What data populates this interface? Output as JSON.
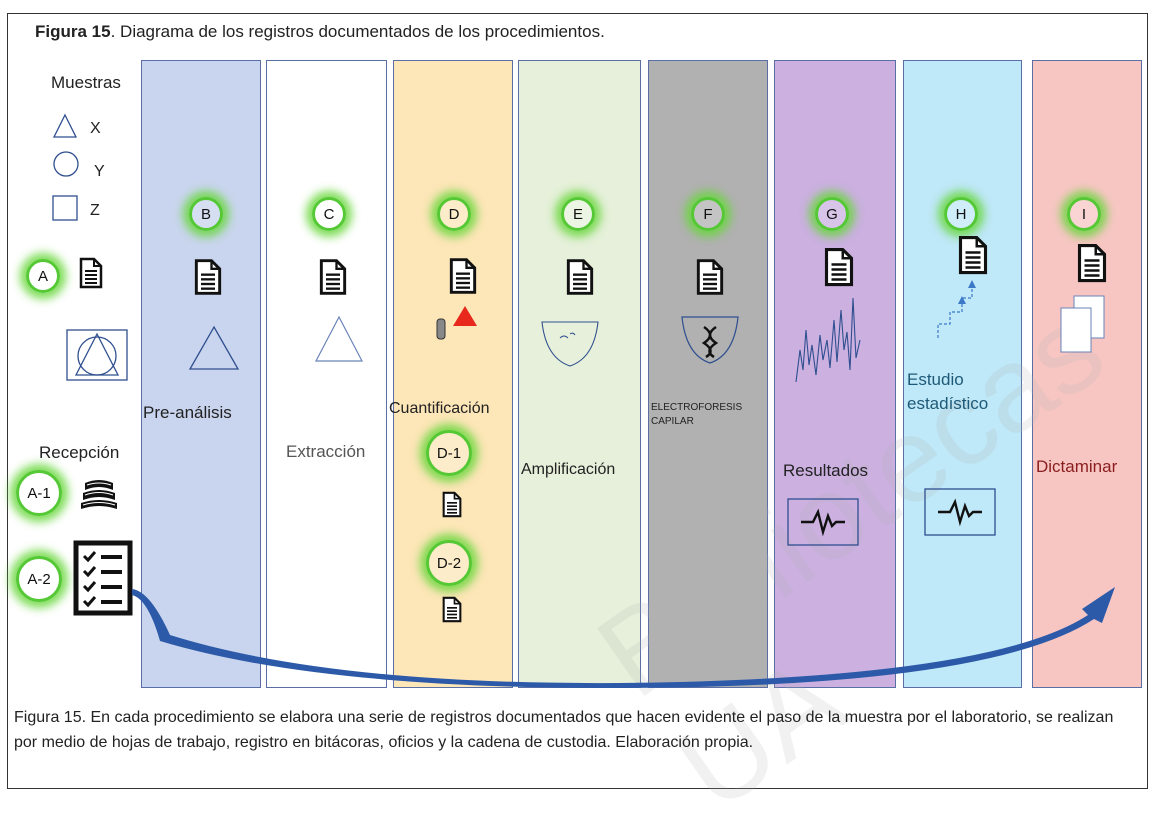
{
  "title": {
    "bold": "Figura 15",
    "rest": ". Diagrama  de los registros documentados de los procedimientos."
  },
  "legend": {
    "heading": "Muestras",
    "x_label": "X",
    "y_label": "Y",
    "z_label": "Z"
  },
  "badges": {
    "A": "A",
    "A1": "A-1",
    "A2": "A-2",
    "B": "B",
    "C": "C",
    "D": "D",
    "D1": "D-1",
    "D2": "D-2",
    "E": "E",
    "F": "F",
    "G": "G",
    "H": "H",
    "I": "I"
  },
  "stages": {
    "recepcion": "Recepción",
    "preanalisis": "Pre-análisis",
    "extraccion": "Extracción",
    "cuantificacion": "Cuantificación",
    "amplificacion": "Amplificación",
    "electroforesis_1": "ELECTROFORESIS",
    "electroforesis_2": "CAPILAR",
    "resultados": "Resultados",
    "estudio_1": "Estudio",
    "estudio_2": "estadístico",
    "dictaminar": "Dictaminar"
  },
  "caption": "Figura 15. En cada procedimiento se elabora una serie de registros documentados que hacen evidente el paso de la muestra por el laboratorio, se realizan por medio de hojas de trabajo, registro en bitácoras, oficios y la cadena de custodia. Elaboración propia.",
  "watermark": "Bibliotecas UA",
  "colors": {
    "preanalisis": "#c9d5ee",
    "extraccion": "#ffffff",
    "cuantificacion": "#fde6b8",
    "amplificacion": "#e6f0da",
    "electroforesis": "#b1b1b1",
    "resultados": "#cbb0e0",
    "estudio": "#bfe8f8",
    "dictaminar": "#f7c6c3",
    "badge_glow": "#6cd43c",
    "arrow": "#2c5aa8"
  }
}
